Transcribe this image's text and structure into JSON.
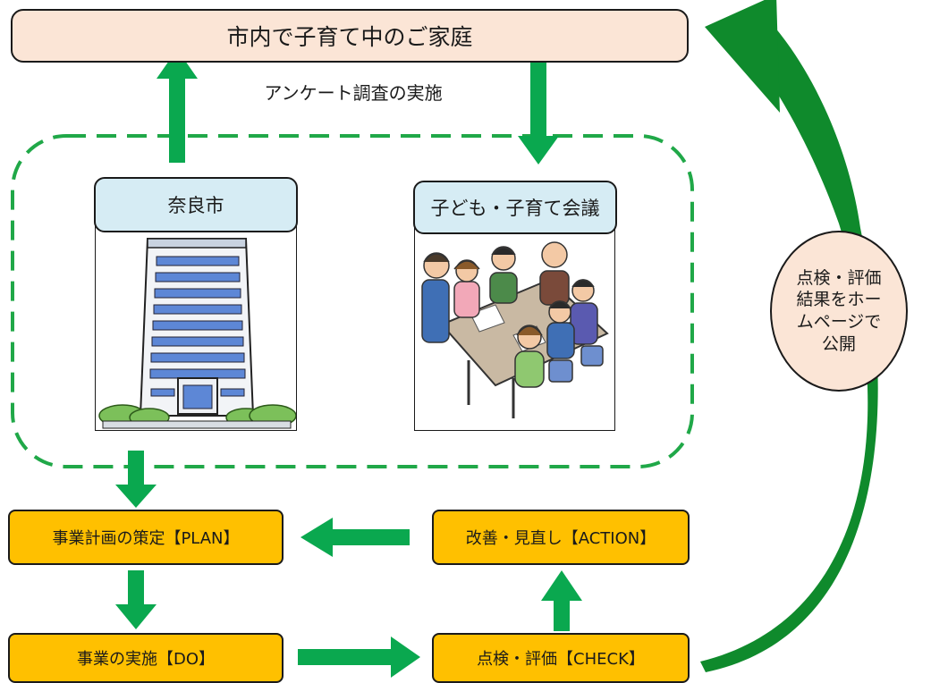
{
  "households": {
    "label": "市内で子育て中のご家庭"
  },
  "survey": {
    "label": "アンケート調査の実施"
  },
  "nara_city": {
    "label": "奈良市",
    "picture": "office-building-illustration"
  },
  "council": {
    "label": "子ども・子育て会議",
    "picture": "meeting-illustration"
  },
  "cycle": {
    "plan": "事業計画の策定【PLAN】",
    "do": "事業の実施【DO】",
    "check": "点検・評価【CHECK】",
    "action": "改善・見直し【ACTION】"
  },
  "review": {
    "label": "点検・評価結果をホームページで公開"
  },
  "colors": {
    "arrow": "#0aa84f",
    "curve_arrow": "#0f8a2c",
    "dashed_border": "#20a848",
    "step_fill": "#ffc000",
    "tab_fill": "#d6ecf4",
    "peach_fill": "#fbe5d6"
  }
}
